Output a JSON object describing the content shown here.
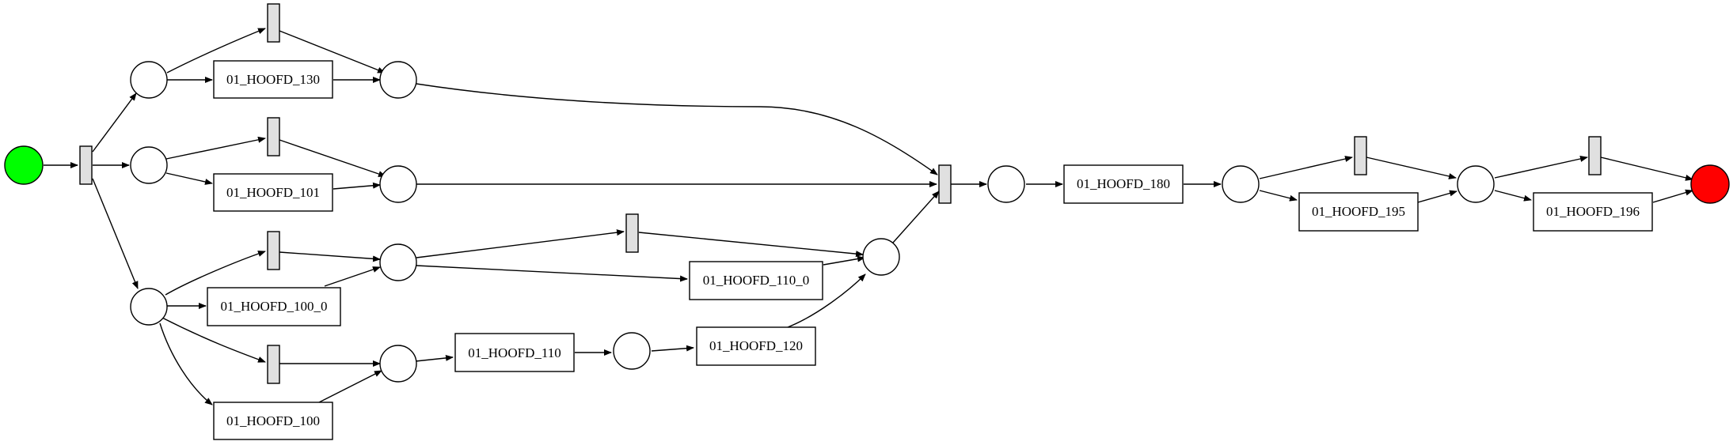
{
  "diagram": {
    "colors": {
      "start_place": "#00ff00",
      "end_place": "#ff0000",
      "place": "#ffffff",
      "silent_transition": "#e0e0e0",
      "task": "#ffffff"
    },
    "tasks": {
      "t130": "01_HOOFD_130",
      "t101": "01_HOOFD_101",
      "t100_0": "01_HOOFD_100_0",
      "t100": "01_HOOFD_100",
      "t110": "01_HOOFD_110",
      "t120": "01_HOOFD_120",
      "t110_0": "01_HOOFD_110_0",
      "t180": "01_HOOFD_180",
      "t195": "01_HOOFD_195",
      "t196": "01_HOOFD_196"
    }
  }
}
